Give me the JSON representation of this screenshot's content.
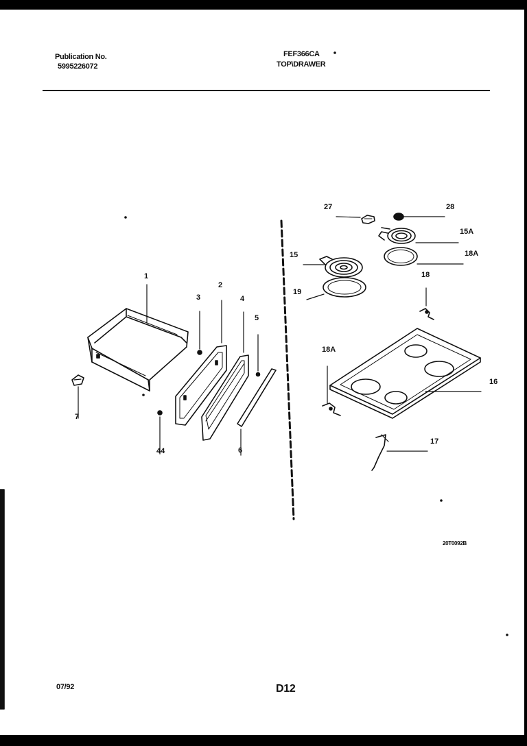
{
  "header": {
    "publication_label": "Publication No.",
    "publication_number": "5995226072",
    "model": "FEF366CA",
    "section": "TOP\\DRAWER"
  },
  "diagram_code": "20T0092B",
  "footer": {
    "date": "07/92",
    "page": "D12"
  },
  "callouts": {
    "c1": "1",
    "c2": "2",
    "c3": "3",
    "c4": "4",
    "c5": "5",
    "c6": "6",
    "c7": "7",
    "c44": "44",
    "c15": "15",
    "c15a": "15A",
    "c16": "16",
    "c17": "17",
    "c18": "18",
    "c18a_top": "18A",
    "c18a_bottom": "18A",
    "c19": "19",
    "c27": "27",
    "c28": "28"
  }
}
